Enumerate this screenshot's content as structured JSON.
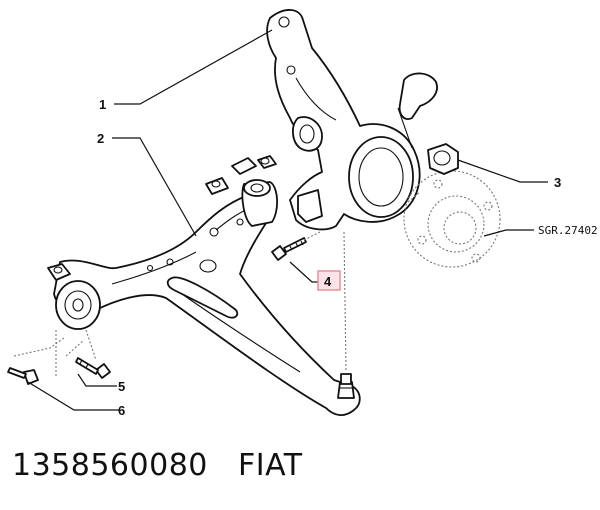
{
  "callouts": {
    "c1": "1",
    "c2": "2",
    "c3": "3",
    "c4": "4",
    "c5": "5",
    "c6": "6"
  },
  "reference_code": "SGR.27402",
  "caption": {
    "part_number": "1358560080",
    "brand": "FIAT"
  },
  "colors": {
    "highlight_fill": "#fbe3e6",
    "highlight_stroke": "#e88f9d",
    "line": "#111111"
  }
}
